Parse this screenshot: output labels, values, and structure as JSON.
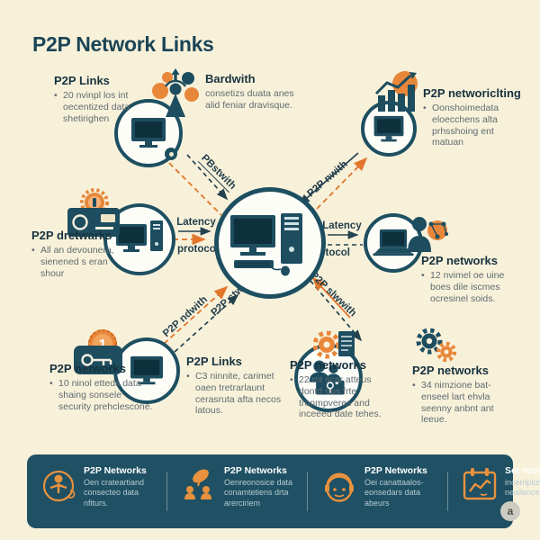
{
  "title": "P2P Network Links",
  "colors": {
    "background": "#f8f1da",
    "dark_teal": "#1d4f61",
    "orange": "#e2762c",
    "footer_background": "#1f5063"
  },
  "callouts": {
    "top_left": {
      "heading": "P2P Links",
      "body": "20 nvinpl los int oecentized data shetirighen"
    },
    "bandwith": {
      "heading": "Bardwith",
      "body": "consetizs duata anes alid feniar dravisque."
    },
    "top_right": {
      "heading": "P2P networiclting",
      "body": "Oonshoimedata eloecchens alta prhsshoing ent matuan"
    },
    "mid_left": {
      "heading": "P2P dretwarks",
      "body": "All an devounera, sienened s eran shour"
    },
    "mid_right": {
      "heading": "P2P networks",
      "body": "12 nvimel oe uine boes dile iscmes ocresinel soids."
    },
    "bottom_left": {
      "heading": "P2P networks",
      "body": "10 ninol etteds data shaing sonsele security prehclescone."
    },
    "bottom_center_left": {
      "heading": "P2P Links",
      "body": "C3 ninnite, carimet oaen tretrarlaunt cerasruta afta necos latous."
    },
    "bottom_center_right": {
      "heading": "P2P networks",
      "body": "22 mt scar atteus dontd ous frte tronmpveres and inceeed date tehes."
    },
    "bottom_right": {
      "heading": "P2P networks",
      "body": "34 nimzione bat- enseel lart ehvla seenny anbnt ant leeue."
    }
  },
  "connectors": {
    "left_top": "Latency",
    "left_bottom": "protocol",
    "right_top": "Latency",
    "right_bottom": "protocol",
    "top_left_diagonal": "PBstwith",
    "top_right_diagonal": "P2P nwith",
    "bottom_left_diagonal_orange": "P2P ndwith",
    "bottom_left_diagonal_dark": "P2P stwith",
    "bottom_right_diagonal": "P2P slwwith"
  },
  "icons": {
    "coin_label": "1"
  },
  "footer": {
    "items": [
      {
        "heading": "P2P Networks",
        "body": "Oen crateartiand consecteo data nfiturs."
      },
      {
        "heading": "P2P Networks",
        "body": "Oenreonosice data conamtetiens drta arerciriem"
      },
      {
        "heading": "P2P Networks",
        "body": "Oei canattaalos- eonsedars data abeurs"
      },
      {
        "heading": "Set resilence",
        "body": "incerripiizt ldata neailence and"
      }
    ],
    "badge": "a"
  }
}
